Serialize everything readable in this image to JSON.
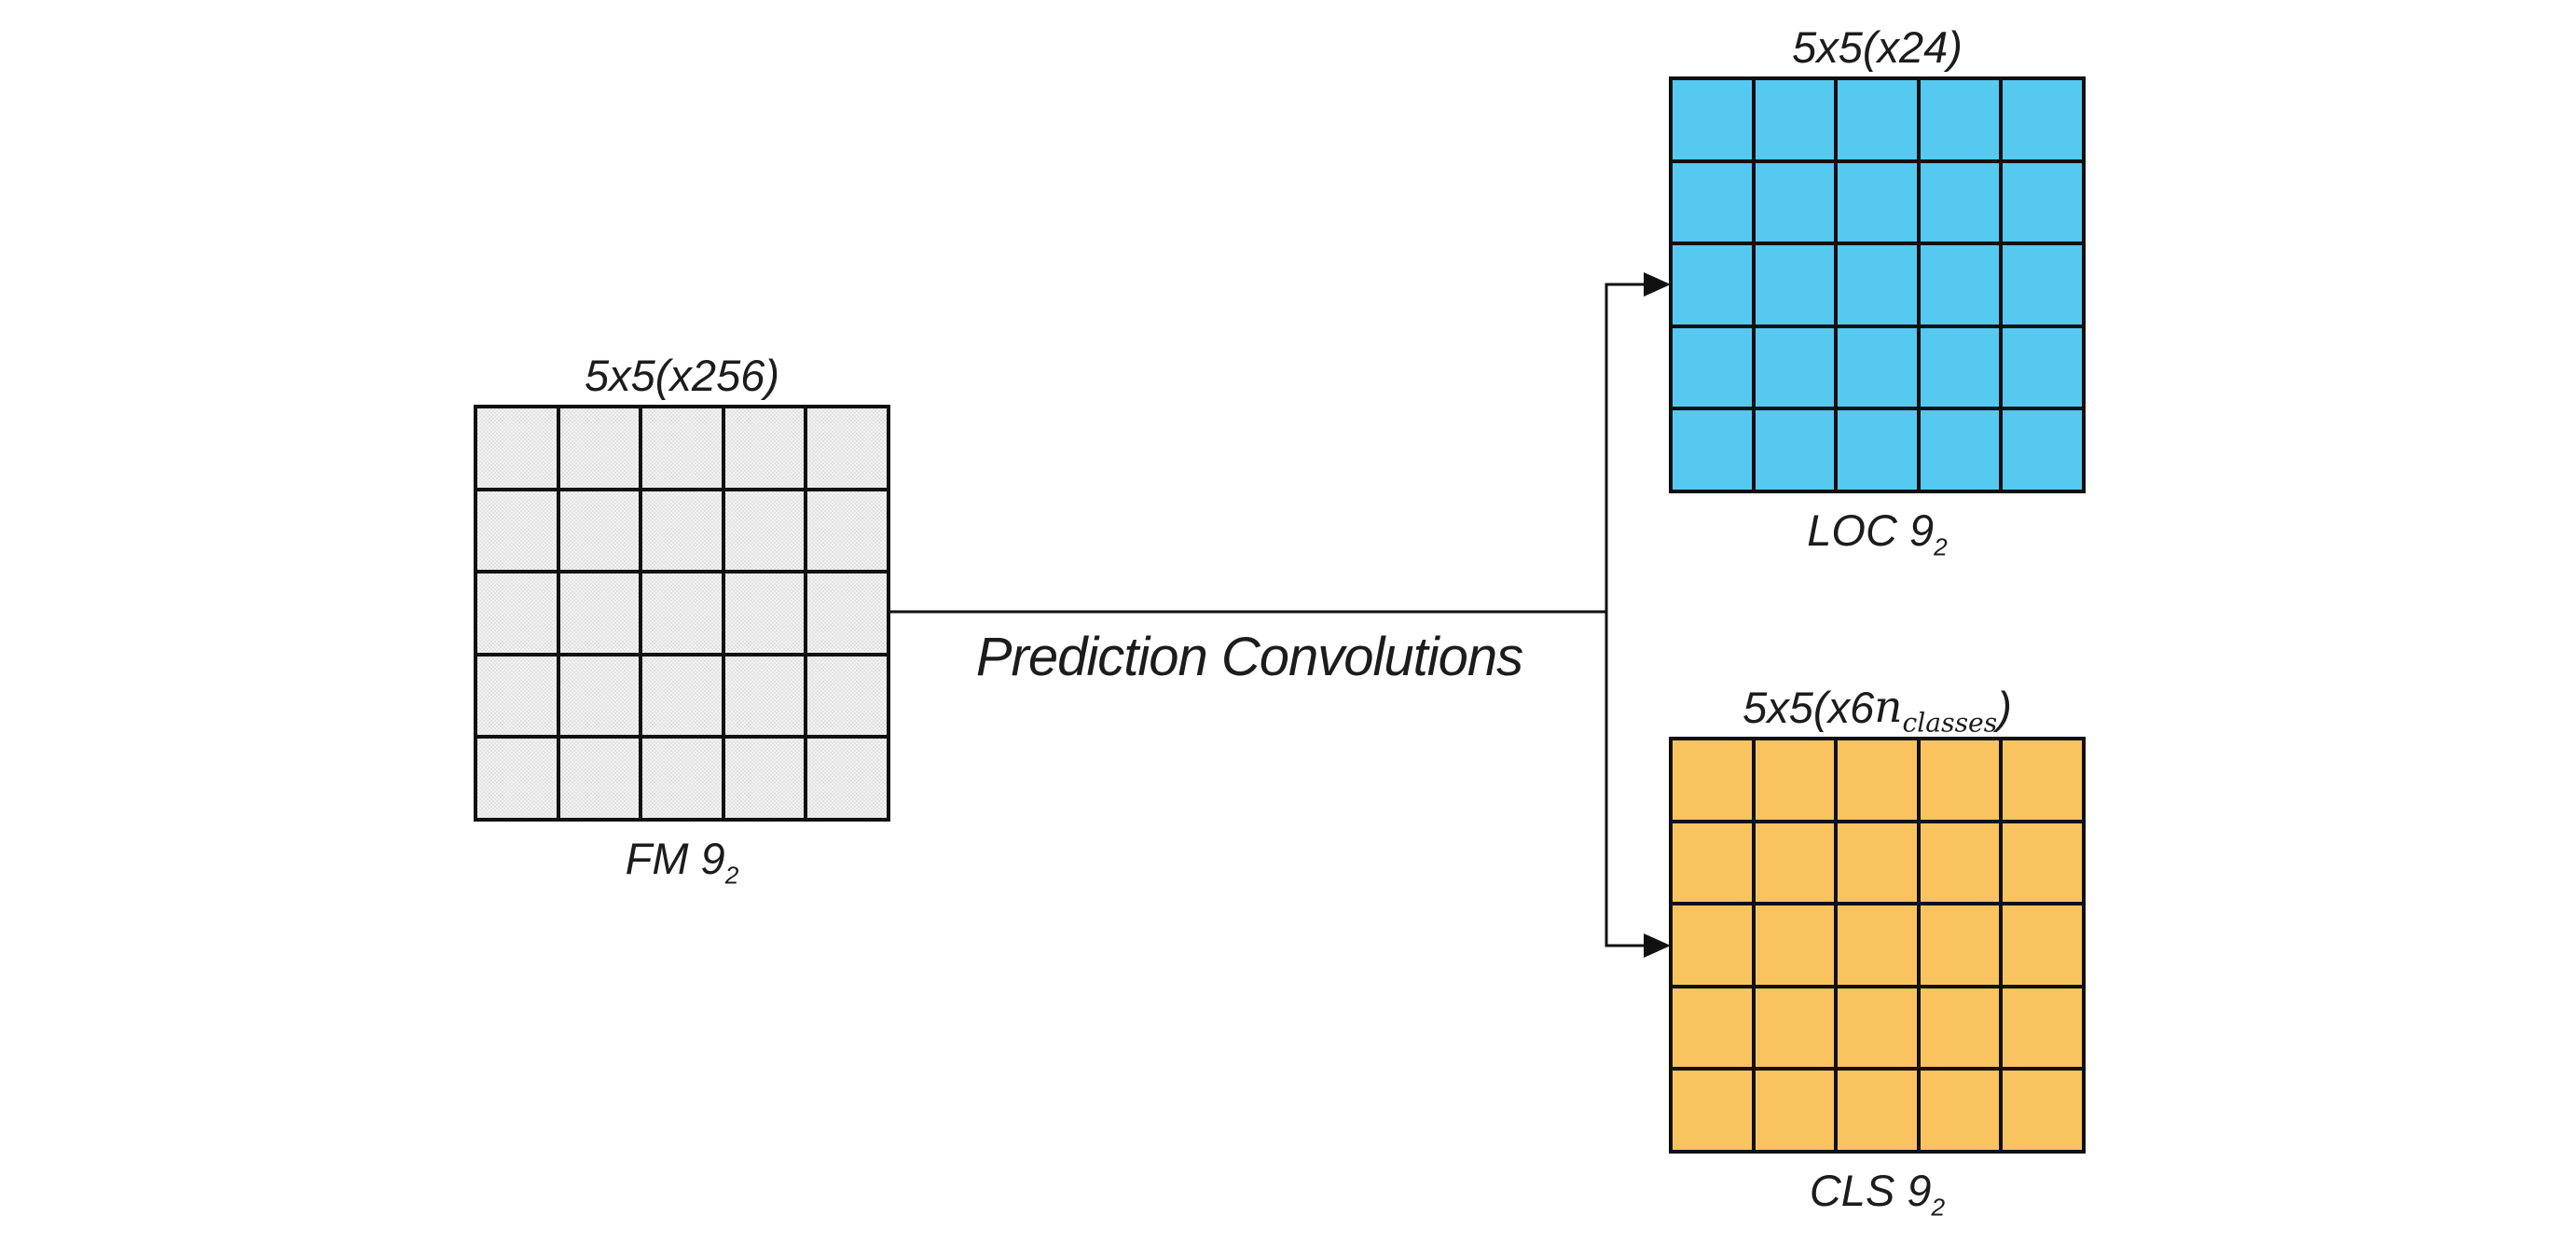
{
  "center_label": "Prediction Convolutions",
  "colors": {
    "fm_cell": "#f2f2f2",
    "loc_cell": "#56c9f1",
    "cls_cell": "#f9c45f",
    "line": "#111111"
  },
  "blocks": {
    "fm": {
      "top_label": "5x5(x256)",
      "name": "FM 9",
      "name_sub": "2",
      "rows": 5,
      "cols": 5,
      "cell_color": "#f2f2f2"
    },
    "loc": {
      "top_label": "5x5(x24)",
      "name": "LOC 9",
      "name_sub": "2",
      "rows": 5,
      "cols": 5,
      "cell_color": "#56c9f1"
    },
    "cls": {
      "top_label_prefix": "5x5(x6 ",
      "math_var": "n",
      "math_var_sub": "classes",
      "top_label_suffix": ")",
      "name": "CLS 9",
      "name_sub": "2",
      "rows": 5,
      "cols": 5,
      "cell_color": "#f9c45f"
    }
  }
}
